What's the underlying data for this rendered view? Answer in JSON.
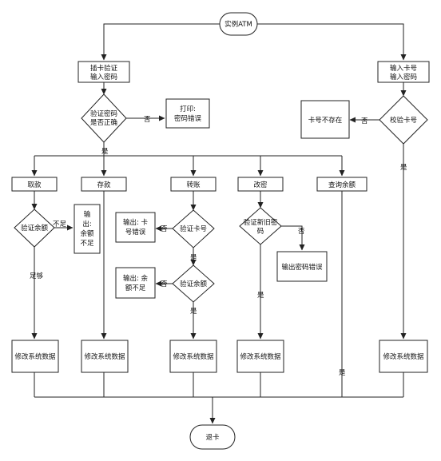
{
  "diagram": {
    "nodes": {
      "start": "实例ATM",
      "insert": [
        "插卡验证",
        "输入密码"
      ],
      "pwcheck": [
        "验证密码",
        "是否正确"
      ],
      "printerr": [
        "打印:",
        "密码错误"
      ],
      "enter_card": [
        "输入卡号",
        "输入密码"
      ],
      "card_check": "校验卡号",
      "card_missing": "卡号不存在",
      "withdraw": "取款",
      "deposit": "存款",
      "transfer": "转账",
      "change_pw": "改密",
      "query": "查询余额",
      "wd_balance": "验证余额",
      "wd_error": [
        "输",
        "出:",
        "余额",
        "不足"
      ],
      "tr_card": "验证卡号",
      "tr_card_err": [
        "输出: 卡",
        "号错误"
      ],
      "tr_balance": "验证余额",
      "tr_balance_err": [
        "输出: 余",
        "额不足"
      ],
      "cp_verify": [
        "验证新旧密",
        "码"
      ],
      "cp_err": "输出密码错误",
      "upd1": "修改系统数据",
      "upd2": "修改系统数据",
      "upd3": "修改系统数据",
      "upd4": "修改系统数据",
      "upd5": "修改系统数据",
      "end": "退卡"
    },
    "edge_labels": {
      "no_pw": "否",
      "no_card": "否",
      "yes_pw": "是",
      "yes_card": "是",
      "insufficient": "不足",
      "enough": "足够",
      "tr_card_no": "否",
      "tr_card_yes": "是",
      "tr_bal_no": "否",
      "tr_bal_yes": "是",
      "cp_no": "否",
      "cp_yes": "是",
      "query_yes": "是"
    },
    "colors": {
      "stroke": "#222222",
      "fill": "#ffffff",
      "text": "#111111"
    }
  }
}
